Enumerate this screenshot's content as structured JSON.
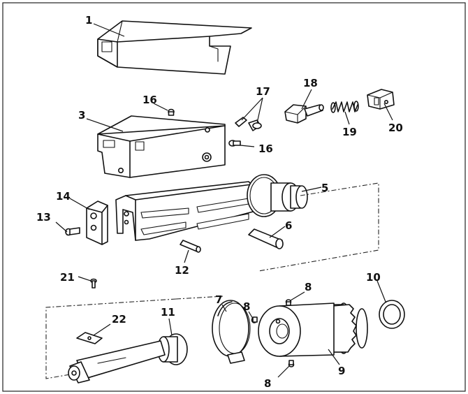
{
  "callouts": {
    "c1": "1",
    "c3": "3",
    "c5": "5",
    "c6": "6",
    "c7": "7",
    "c8a": "8",
    "c8b": "8",
    "c8c": "8",
    "c9": "9",
    "c10": "10",
    "c11": "11",
    "c12": "12",
    "c13": "13",
    "c14": "14",
    "c16a": "16",
    "c16b": "16",
    "c17": "17",
    "c18": "18",
    "c19": "19",
    "c20": "20",
    "c21": "21",
    "c22": "22"
  },
  "colors": {
    "line": "#111111",
    "background": "#ffffff"
  }
}
